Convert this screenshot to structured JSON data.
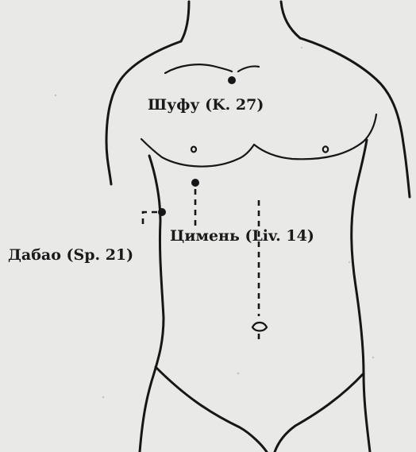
{
  "labels": {
    "shufu": "Шуфу (K. 27)",
    "qimen": "Цимень (Liv. 14)",
    "dabao": "Дабао (Sp. 21)"
  },
  "colors": {
    "ink": "#161616",
    "paper": "#e9e9e7"
  }
}
